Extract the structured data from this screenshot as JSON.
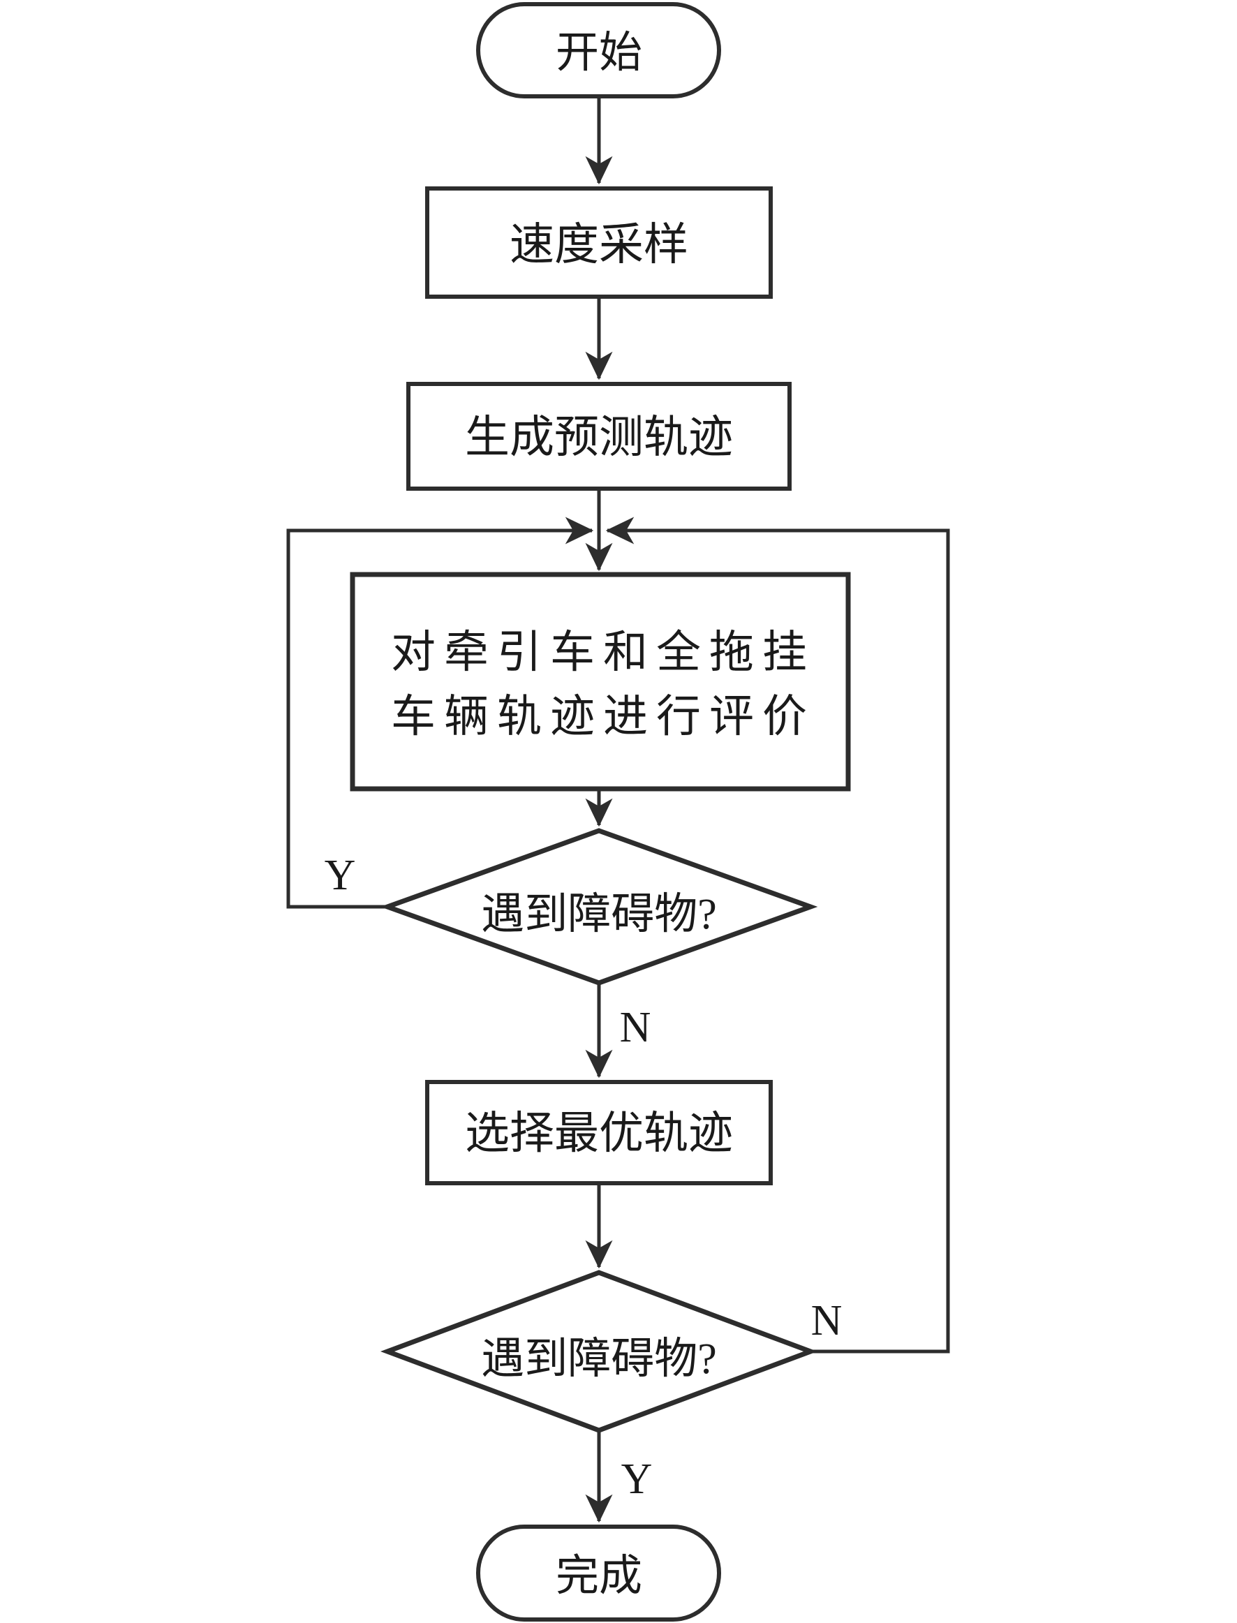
{
  "colors": {
    "background": "#ffffff",
    "stroke": "#2d2d2d",
    "text": "#1a1a1a"
  },
  "flowchart": {
    "type": "flowchart",
    "nodes": {
      "start": {
        "shape": "stadium",
        "label": "开始"
      },
      "speed_sampling": {
        "shape": "process",
        "label": "速度采样"
      },
      "generate_trajectory": {
        "shape": "process",
        "label": "生成预测轨迹"
      },
      "evaluate": {
        "shape": "process",
        "label_line1": "对牵引车和全拖挂",
        "label_line2": "车辆轨迹进行评价"
      },
      "obstacle_check_1": {
        "shape": "decision",
        "label": "遇到障碍物?"
      },
      "select_optimal": {
        "shape": "process",
        "label": "选择最优轨迹"
      },
      "obstacle_check_2": {
        "shape": "decision",
        "label": "遇到障碍物?"
      },
      "finish": {
        "shape": "stadium",
        "label": "完成"
      }
    },
    "branch_labels": {
      "obstacle1_yes": "Y",
      "obstacle1_no": "N",
      "obstacle2_no": "N",
      "obstacle2_yes": "Y"
    }
  }
}
